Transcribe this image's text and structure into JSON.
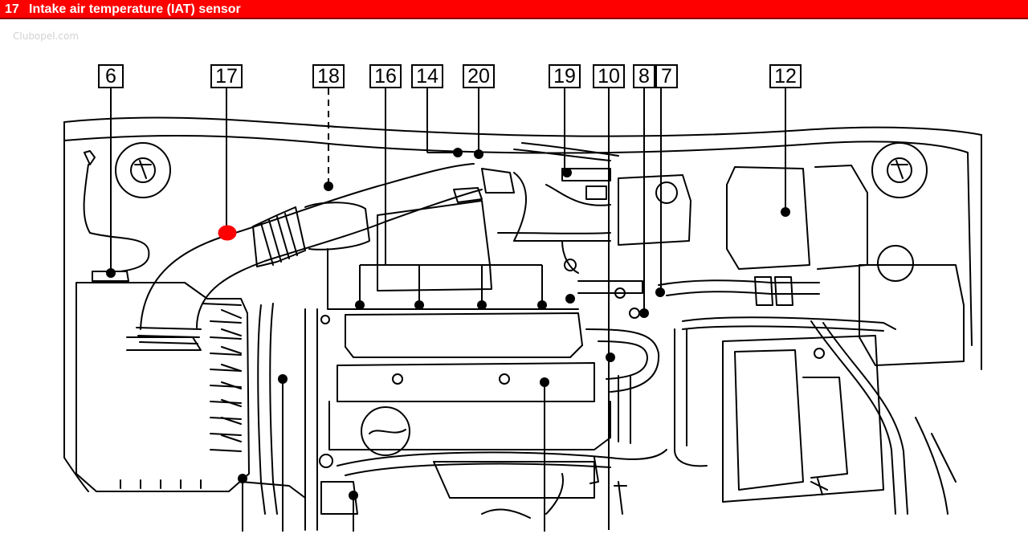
{
  "title": {
    "number": "17",
    "text": "Intake air temperature (IAT) sensor",
    "color": "#ff0000"
  },
  "watermark": "Clubopel.com",
  "callouts": [
    {
      "id": "c6",
      "label": "6"
    },
    {
      "id": "c17",
      "label": "17"
    },
    {
      "id": "c18",
      "label": "18"
    },
    {
      "id": "c16",
      "label": "16"
    },
    {
      "id": "c14",
      "label": "14"
    },
    {
      "id": "c20",
      "label": "20"
    },
    {
      "id": "c19",
      "label": "19"
    },
    {
      "id": "c10",
      "label": "10"
    },
    {
      "id": "c8",
      "label": "8"
    },
    {
      "id": "c7",
      "label": "7"
    },
    {
      "id": "c12",
      "label": "12"
    }
  ],
  "highlight": {
    "label": "17",
    "color": "#ff0000"
  },
  "icons": [
    "engine-bay-drawing"
  ]
}
